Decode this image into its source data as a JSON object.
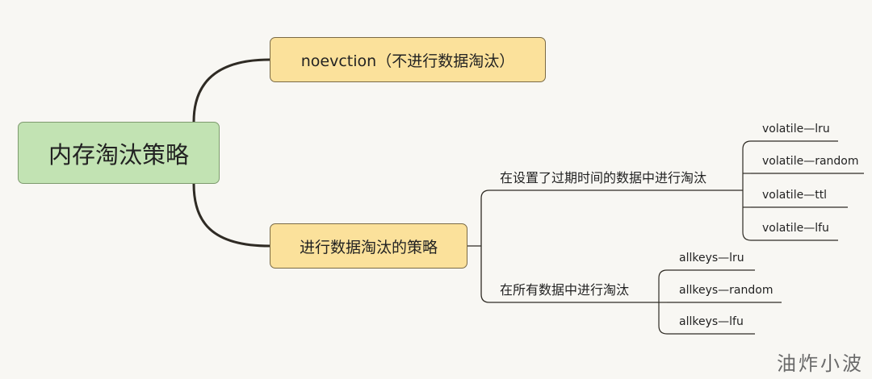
{
  "root": {
    "label": "内存淘汰策略"
  },
  "branch_no_eviction": {
    "label": "noevction（不进行数据淘汰）"
  },
  "branch_eviction": {
    "label": "进行数据淘汰的策略",
    "sub_expire": {
      "label": "在设置了过期时间的数据中进行淘汰",
      "leaves": [
        "volatile—lru",
        "volatile—random",
        "volatile—ttl",
        "volatile—lfu"
      ]
    },
    "sub_all": {
      "label": "在所有数据中进行淘汰",
      "leaves": [
        "allkeys—lru",
        "allkeys—random",
        "allkeys—lfu"
      ]
    }
  },
  "watermark": "油炸小波",
  "colors": {
    "root_fill": "#c2e3b3",
    "branch_fill": "#fbe19b",
    "line": "#2f2b24",
    "background": "#f8f7f3"
  }
}
